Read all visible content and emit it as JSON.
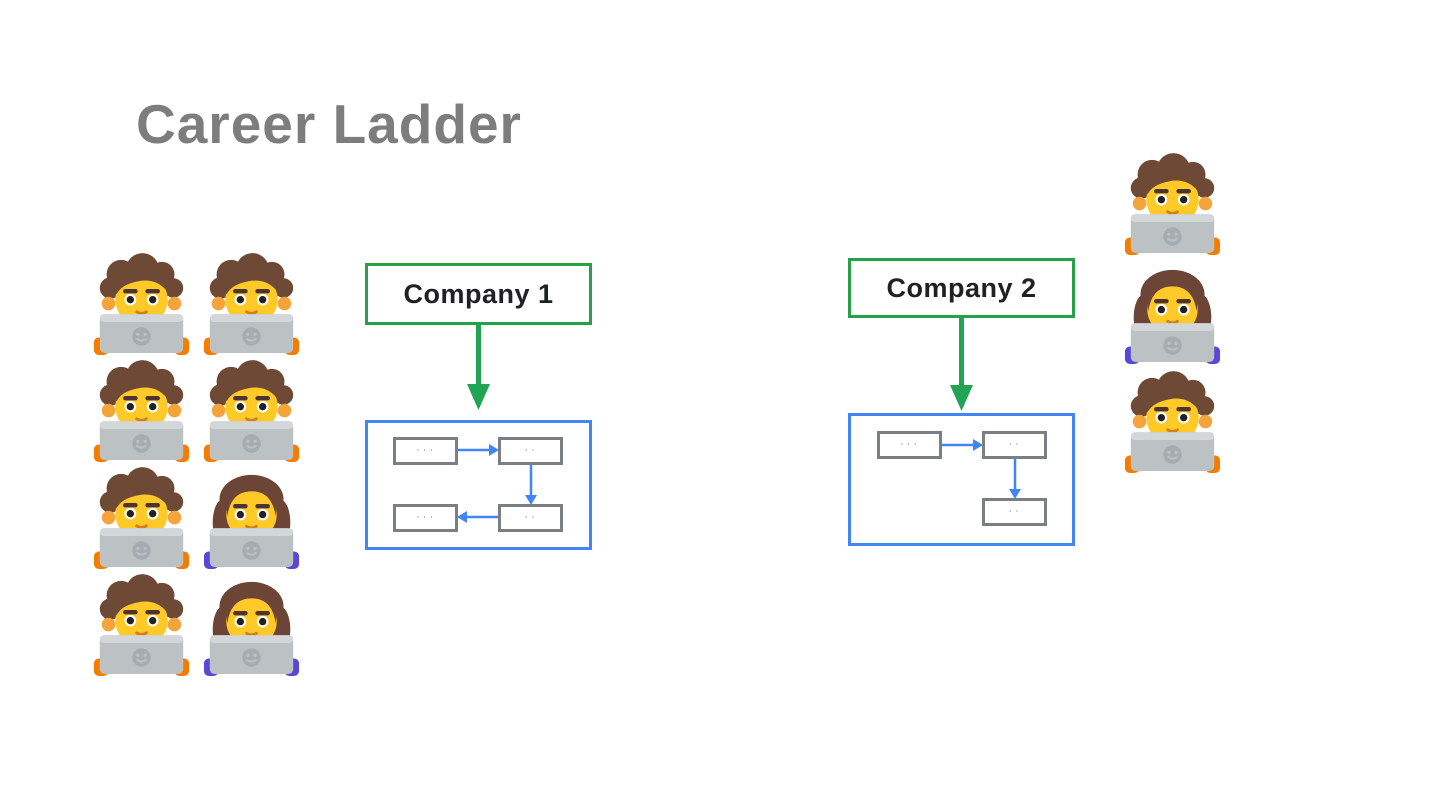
{
  "slide": {
    "title": "Career Ladder"
  },
  "colors": {
    "green_border": "#25a149",
    "green_arrow": "#21a453",
    "blue_border": "#4285f4",
    "blue_arrow": "#4285f4",
    "node_border_gray": "#7a7f83",
    "title_gray": "#7d7d7d",
    "company_text": "#202124"
  },
  "left_group": {
    "members": [
      "person-technologist",
      "person-technologist",
      "person-technologist",
      "person-technologist",
      "person-technologist",
      "woman-technologist",
      "person-technologist",
      "woman-technologist"
    ]
  },
  "right_group": {
    "members": [
      "person-technologist",
      "woman-technologist",
      "person-technologist"
    ]
  },
  "company1": {
    "label": "Company 1",
    "node_tl": "· · ·",
    "node_tr": "· ·",
    "node_br": "· ·",
    "node_bl": "· · ·"
  },
  "company2": {
    "label": "Company 2",
    "node_tl": "· · ·",
    "node_tr": "· ·",
    "node_br": "· ·"
  }
}
